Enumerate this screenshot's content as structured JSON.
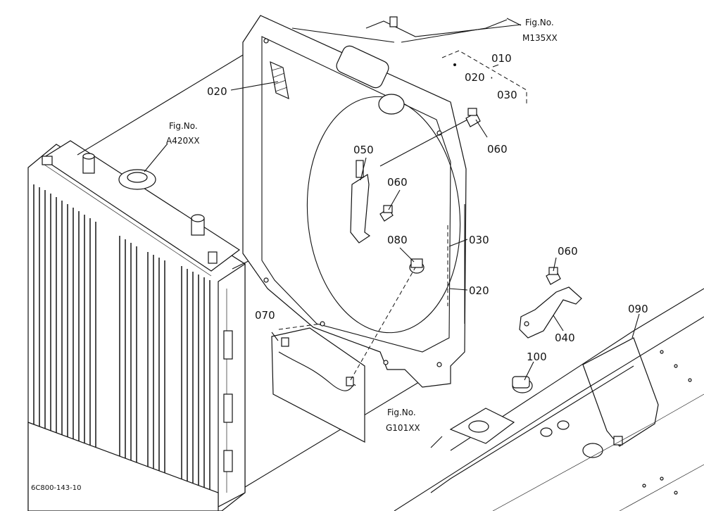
{
  "drawing_ref": "6C800-143-10",
  "fig_refs": {
    "m135": {
      "label": "Fig.No.",
      "code": "M135XX"
    },
    "a420": {
      "label": "Fig.No.",
      "code": "A420XX"
    },
    "g101": {
      "label": "Fig.No.",
      "code": "G101XX"
    }
  },
  "set_group": {
    "main": "010",
    "sub_a": "020",
    "dot": "·",
    "sub_b": "030"
  },
  "callouts": {
    "c020_top": "020",
    "c050": "050",
    "c060_upper": "060",
    "c060_mid": "060",
    "c080": "080",
    "c030": "030",
    "c020_lower": "020",
    "c060_right": "060",
    "c040": "040",
    "c070": "070",
    "c090": "090",
    "c100": "100"
  }
}
